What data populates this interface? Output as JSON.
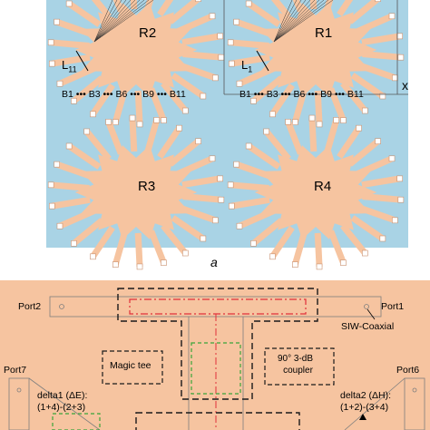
{
  "figure_a": {
    "caption": "a",
    "regions": [
      "R1",
      "R2",
      "R3",
      "R4"
    ],
    "axis_x": "x",
    "length_label_main": "L",
    "length_label_sub": "11",
    "length_label_sub_r1": "1",
    "branch_row": [
      "B1",
      "•••",
      "B3",
      "•••",
      "B6",
      "•••",
      "B9",
      "•••",
      "B11"
    ]
  },
  "figure_b": {
    "ports": [
      "Port1",
      "Port2",
      "Port6",
      "Port7"
    ],
    "siw_coaxial": "SIW-Coaxial",
    "magic_tee": "Magic tee",
    "coupler_line1": "90° 3-dB",
    "coupler_line2": "coupler",
    "delta1_line1": "delta1 (ΔE):",
    "delta1_line2": "(1+4)-(2+3)",
    "delta2_line1": "delta2 (ΔH):",
    "delta2_line2": "(1+2)-(3+4)"
  },
  "colors": {
    "water_blue": "#a9d3e5",
    "copper": "#f6c4a0",
    "copper_edge": "#c99170",
    "gray_line": "#7f7f7f",
    "red_dash": "#e0303a",
    "green_dash": "#3aa53a",
    "black_dash": "#1a1a1a"
  }
}
